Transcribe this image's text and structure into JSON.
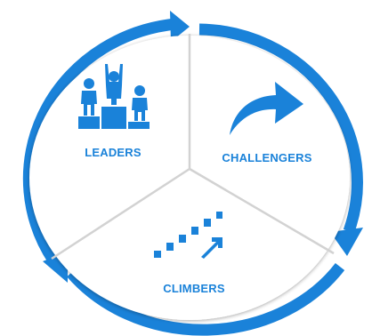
{
  "diagram": {
    "segments": [
      {
        "label": "LEADERS",
        "icon": "podium-icon"
      },
      {
        "label": "CHALLENGERS",
        "icon": "curved-arrow-icon"
      },
      {
        "label": "CLIMBERS",
        "icon": "stairs-icon"
      }
    ],
    "colors": {
      "ring": "#1a82d9",
      "fill": "#ffffff",
      "divider": "#d5d5d5",
      "text": "#1a82d9"
    }
  }
}
